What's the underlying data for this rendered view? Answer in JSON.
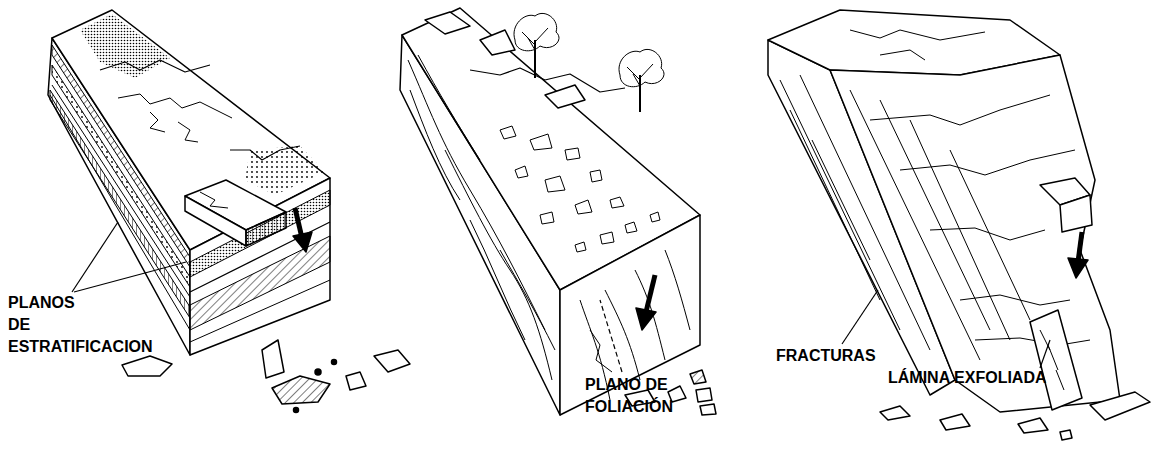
{
  "diagram": {
    "labels": [
      "PLANOS DE ESTRATIFICACION",
      "PLANO DE FOLIACIÓN",
      "FRACTURAS",
      "LÁMINA EXFOLIADA"
    ]
  }
}
